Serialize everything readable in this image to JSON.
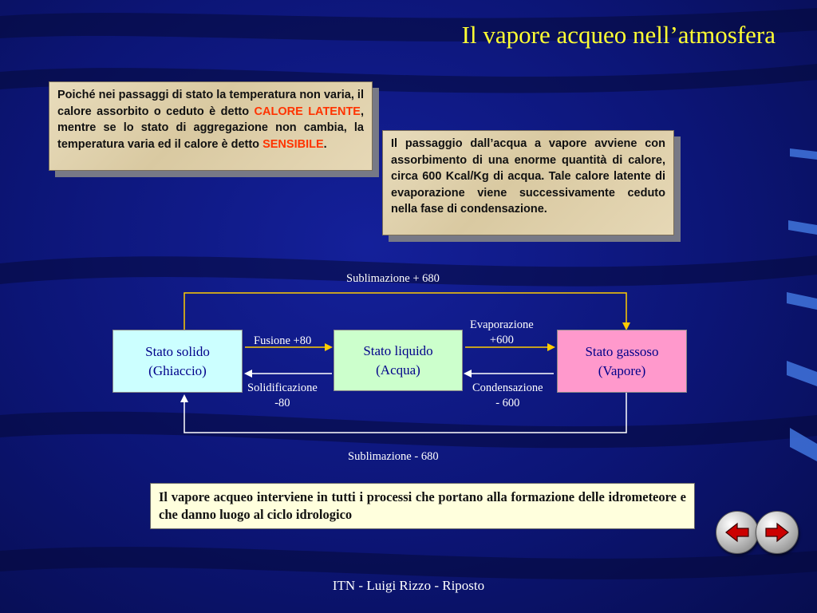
{
  "title": "Il vapore acqueo nell’atmosfera",
  "note1": {
    "text_a": "Poiché nei passaggi di stato  la temperatura non varia, il calore assorbito o ceduto  è detto ",
    "highlight_1": "CALORE LATENTE",
    "text_b": ", mentre se lo stato di aggregazione non cambia, la temperatura varia ed il calore è detto ",
    "highlight_2": "SENSIBILE",
    "text_c": "."
  },
  "note2": {
    "text": "Il passaggio dall’acqua a vapore avviene con assorbimento  di una enorme quantità di calore, circa 600 Kcal/Kg di acqua. Tale calore latente di evaporazione  viene successivamente ceduto nella fase di condensazione."
  },
  "diagram": {
    "solid": {
      "line1": "Stato solido",
      "line2": "(Ghiaccio)"
    },
    "liquid": {
      "line1": "Stato liquido",
      "line2": "(Acqua)"
    },
    "gas": {
      "line1": "Stato gassoso",
      "line2": "(Vapore)"
    },
    "sublimation_up": "Sublimazione + 680",
    "sublimation_down": "Sublimazione - 680",
    "fusion": "Fusione +80",
    "solidification": {
      "line1": "Solidificazione",
      "line2": "-80"
    },
    "evaporation": {
      "line1": "Evaporazione",
      "line2": "+600"
    },
    "condensation": {
      "line1": "Condensazione",
      "line2": "- 600"
    }
  },
  "summary": "Il vapore acqueo interviene in  tutti i processi che portano alla formazione delle idrometeore e che danno luogo al ciclo idrologico",
  "footer": "ITN - Luigi Rizzo - Riposto",
  "colors": {
    "title": "#ffff33",
    "highlight": "#ff3300",
    "arrow_yellow": "#ffcc00",
    "solid_box": "#ccffff",
    "liquid_box": "#ccffcc",
    "gas_box": "#ff99cc",
    "nav_arrow": "#cc0000"
  },
  "icons": {
    "back": "left-arrow-icon",
    "forward": "right-arrow-icon"
  }
}
